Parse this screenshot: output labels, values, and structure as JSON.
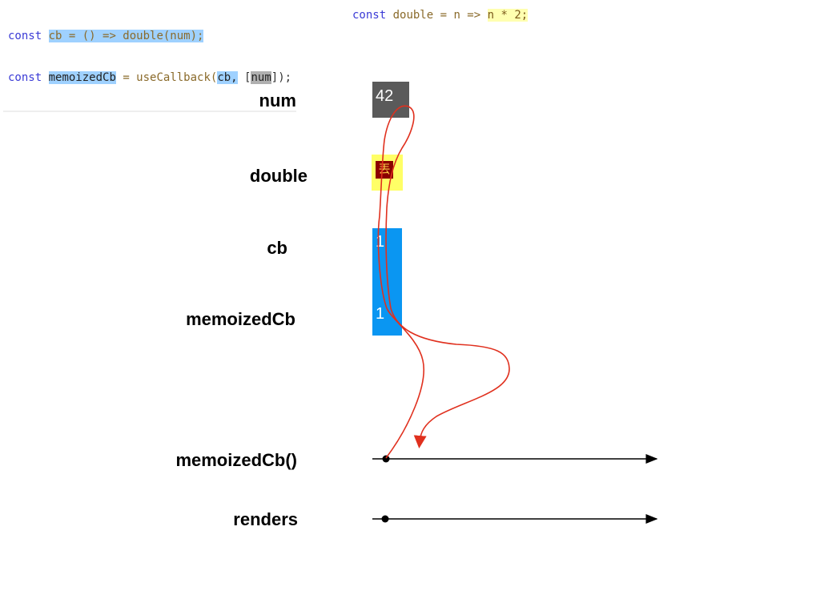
{
  "code": {
    "line1": {
      "kw": "const",
      "name": "cb = () => double(num);"
    },
    "line2": {
      "kw": "const",
      "name": "memoizedCb",
      "mid": " = useCallback(",
      "arg1": "cb,",
      "gap": " [",
      "arg2": "num",
      "end": "]);"
    },
    "right": {
      "kw": "const",
      "rest": "double = n =>",
      "body": "n * 2;"
    }
  },
  "rows": {
    "num": "num",
    "double": "double",
    "cb": "cb",
    "memoizedCb": "memoizedCb",
    "memoizedCb_call": "memoizedCb()",
    "renders": "renders"
  },
  "values": {
    "num": "42",
    "double_glyph": "丟",
    "cb_ref": "1",
    "memoizedCb_ref": "1"
  },
  "colors": {
    "num_box": "#5a5a5a",
    "double_box": "#ffff66",
    "cb_box": "#0a96f2",
    "curve": "#e0301e",
    "timeline": "#000000"
  }
}
